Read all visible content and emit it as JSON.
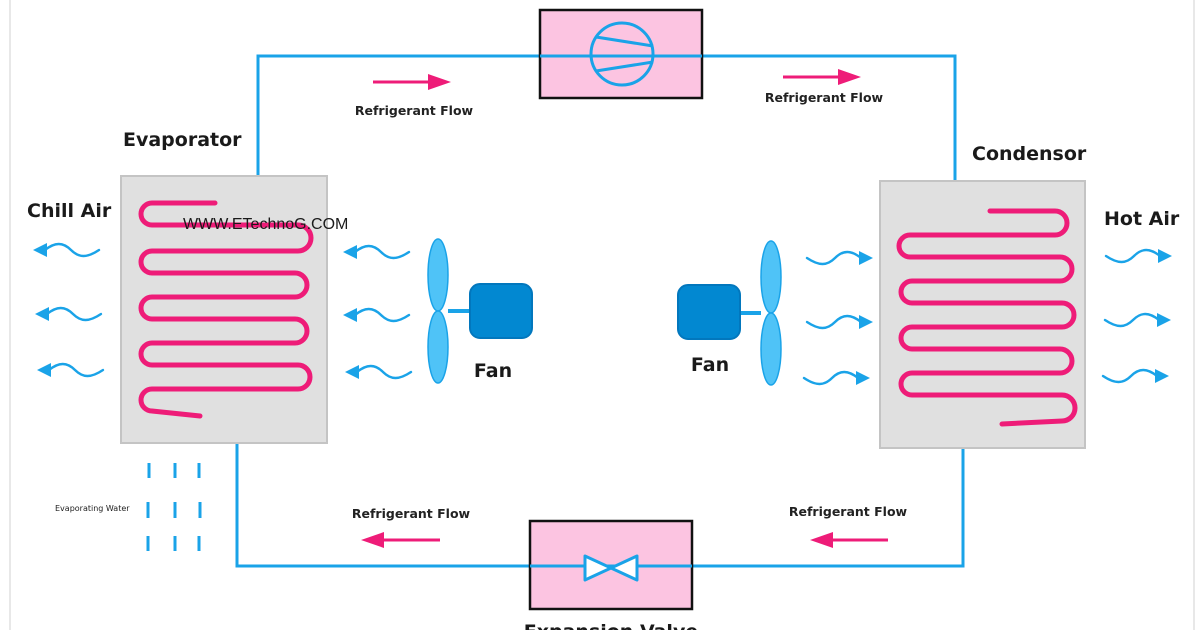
{
  "labels": {
    "evaporator": "Evaporator",
    "condensor": "Condensor",
    "chill_air": "Chill Air",
    "hot_air": "Hot Air",
    "fan_left": "Fan",
    "fan_right": "Fan",
    "website": "WWW.ETechnoG.COM",
    "evaporating_water": "Evaporating Water",
    "expansion_valve": "Expansion Valve",
    "flow_top_left": "Refrigerant Flow",
    "flow_top_right": "Refrigerant Flow",
    "flow_bottom_left": "Refrigerant Flow",
    "flow_bottom_right": "Refrigerant Flow"
  },
  "colors": {
    "pipe": "#1aa3e8",
    "coil": "#ee1c78",
    "flow_arrow": "#ee1c78",
    "unit_box_fill": "#e0e0e0",
    "component_box_fill": "#fcc4e1",
    "fan_blade": "#4fc3f7",
    "fan_motor": "#0288d1"
  },
  "icons": {
    "compressor": "compressor-icon",
    "expansion_valve": "bowtie-valve-icon",
    "fan": "fan-icon"
  }
}
